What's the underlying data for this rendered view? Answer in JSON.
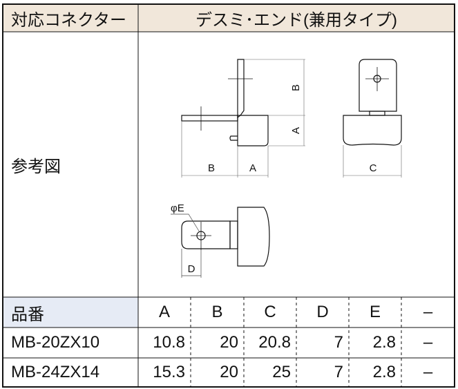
{
  "header": {
    "col1": "対応コネクター",
    "col2": "デスミ･エンド(兼用タイプ)"
  },
  "figure_label": "参考図",
  "drawing_labels": {
    "a": "A",
    "b": "B",
    "c": "C",
    "d": "D",
    "phi_e": "φE"
  },
  "table": {
    "header_label": "品番",
    "columns": [
      "A",
      "B",
      "C",
      "D",
      "E",
      "–"
    ],
    "rows": [
      {
        "part": "MB-20ZX10",
        "values": [
          "10.8",
          "20",
          "20.8",
          "7",
          "2.8",
          "–"
        ]
      },
      {
        "part": "MB-24ZX14",
        "values": [
          "15.3",
          "20",
          "25",
          "7",
          "2.8",
          "–"
        ]
      }
    ]
  },
  "colors": {
    "header_bg": "#f1e7da",
    "partno_bg": "#e6ebf5"
  }
}
